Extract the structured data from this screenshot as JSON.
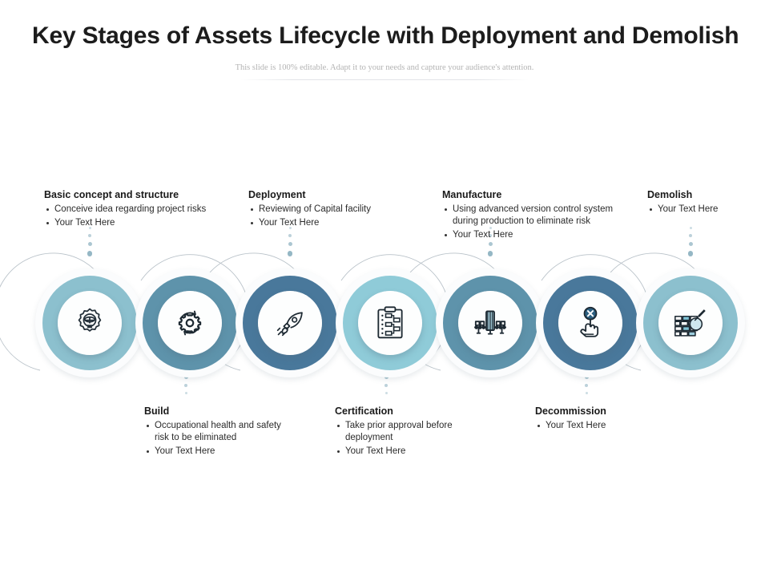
{
  "slide": {
    "title": "Key Stages of Assets Lifecycle with Deployment and Demolish",
    "subtitle": "This slide is 100% editable. Adapt it to your needs and capture your audience's attention."
  },
  "stages": [
    {
      "id": "basic-concept",
      "heading": "Basic concept and structure",
      "bullets": [
        "Conceive idea regarding  project risks",
        "Your Text Here"
      ],
      "icon": "gear-target-icon",
      "ring_color": "#8cc0ce",
      "position": "above"
    },
    {
      "id": "build",
      "heading": "Build",
      "bullets": [
        "Occupational health and safety risk to be  eliminated",
        "Your Text Here"
      ],
      "icon": "gear-refresh-icon",
      "ring_color": "#5e93ab",
      "position": "below"
    },
    {
      "id": "deployment",
      "heading": "Deployment",
      "bullets": [
        "Reviewing of Capital facility",
        "Your Text Here"
      ],
      "icon": "rocket-icon",
      "ring_color": "#49789b",
      "position": "above"
    },
    {
      "id": "certification",
      "heading": "Certification",
      "bullets": [
        "Take prior approval before  deployment",
        "Your Text Here"
      ],
      "icon": "clipboard-checklist-icon",
      "ring_color": "#8fcbd8",
      "position": "below"
    },
    {
      "id": "manufacture",
      "heading": "Manufacture",
      "bullets": [
        "Using advanced version control system during production to eliminate risk",
        "Your Text Here"
      ],
      "icon": "conveyor-belt-icon",
      "ring_color": "#5e93ab",
      "position": "above"
    },
    {
      "id": "decommission",
      "heading": "Decommission",
      "bullets": [
        "Your Text Here"
      ],
      "icon": "hand-cancel-icon",
      "ring_color": "#49789b",
      "position": "below"
    },
    {
      "id": "demolish",
      "heading": "Demolish",
      "bullets": [
        "Your Text Here"
      ],
      "icon": "wrecking-ball-icon",
      "ring_color": "#8cc0ce",
      "position": "above"
    }
  ],
  "colors": {
    "title": "#1c1c1c",
    "subtitle": "#b3b3b3",
    "dot_connector": "#8fb3c2",
    "arc_arrow": "#9aa7b0"
  }
}
